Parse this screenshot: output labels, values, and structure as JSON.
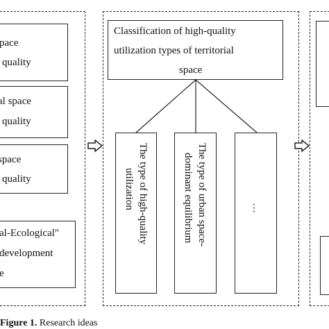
{
  "left_panel": {
    "boxes": [
      {
        "line1": "pace",
        "line2": "quality"
      },
      {
        "line1": "al space",
        "line2": "quality"
      },
      {
        "line1": "space",
        "line2": "quality"
      }
    ],
    "bottom_box": {
      "line1": "al-Ecological\"",
      "line2": "development",
      "line3": "e"
    }
  },
  "center_panel": {
    "title_box": {
      "line1": "Classification of high-quality",
      "line2": "utilization types of territorial",
      "line3": "space"
    },
    "type_boxes": [
      {
        "line1": "The type of high-quality",
        "line2": "utilization"
      },
      {
        "line1": "The type of urban space-",
        "line2": "dominant equilibrium"
      },
      {
        "line1": "…"
      }
    ]
  },
  "arrows": [
    "right-arrow",
    "right-arrow"
  ],
  "caption": {
    "label": "Figure 1.",
    "text": "Research ideas"
  }
}
